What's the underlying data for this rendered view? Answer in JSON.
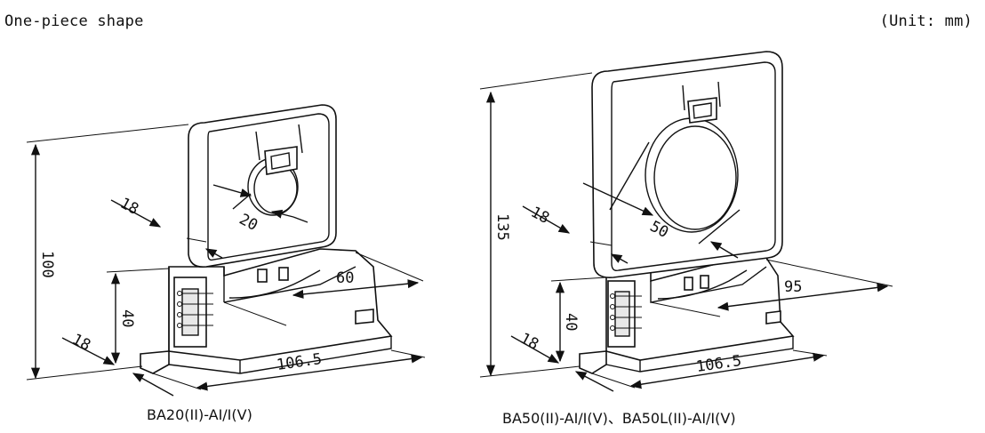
{
  "header": {
    "title": "One-piece shape",
    "unit": "(Unit: mm)"
  },
  "left_device": {
    "caption": "BA20(II)-AI/I(V)",
    "dims": {
      "height": "100",
      "base_height": "40",
      "bottom_depth": "18",
      "top_depth": "18",
      "hole": "20",
      "depth": "60",
      "length": "106.5"
    }
  },
  "right_device": {
    "caption": "BA50(II)-AI/I(V)、BA50L(II)-AI/I(V)",
    "dims": {
      "height": "135",
      "base_height": "40",
      "bottom_depth": "18",
      "top_depth": "18",
      "hole": "50",
      "depth": "95",
      "length": "106.5"
    }
  }
}
